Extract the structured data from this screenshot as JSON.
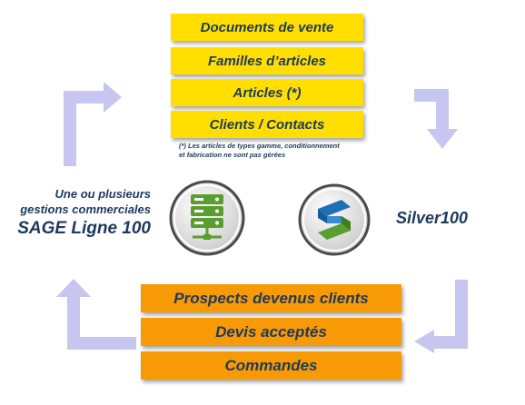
{
  "top_boxes": [
    "Documents de vente",
    "Familles d’articles",
    "Articles (*)",
    "Clients / Contacts"
  ],
  "note": {
    "line1": "(*) Les articles de types gamme, conditionnement",
    "line2": "et fabrication ne sont pas gérées"
  },
  "left_label": {
    "line1": "Une ou plusieurs",
    "line2": "gestions commerciales",
    "line3": "SAGE Ligne 100"
  },
  "right_label": "Silver100",
  "bottom_boxes": [
    "Prospects devenus clients",
    "Devis acceptés",
    "Commandes"
  ],
  "colors": {
    "yellow": "#ffde00",
    "orange": "#f79a06",
    "text": "#1d3a5c",
    "arrow": "#c6c6f0",
    "sage_green": "#5a9e2f",
    "silver_blue": "#1f6fb8"
  },
  "icons": {
    "left_logo": "server-database-icon",
    "right_logo": "silver-s-logo-icon"
  }
}
